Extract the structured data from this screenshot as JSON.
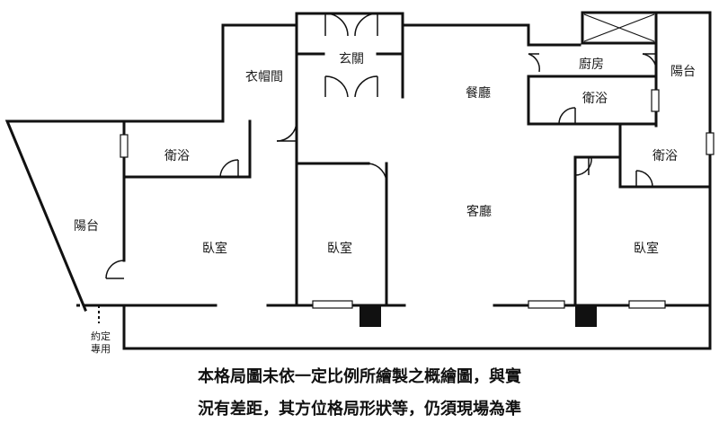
{
  "rooms": {
    "cloakroom": "衣帽間",
    "foyer": "玄關",
    "dining": "餐廳",
    "kitchen": "廚房",
    "balcony_right": "陽台",
    "bath_middle": "衛浴",
    "bath_left": "衛浴",
    "bath_right": "衛浴",
    "balcony_left": "陽台",
    "bedroom_left": "臥室",
    "bedroom_middle": "臥室",
    "living": "客廳",
    "bedroom_right": "臥室"
  },
  "note": {
    "line1": "約定",
    "line2": "專用"
  },
  "disclaimer": {
    "line1": "本格局圖未依一定比例所繪製之概繪圖，與實",
    "line2": "況有差距，其方位格局形狀等，仍須現場為準"
  },
  "colors": {
    "wall": "#111111",
    "background": "#ffffff"
  }
}
